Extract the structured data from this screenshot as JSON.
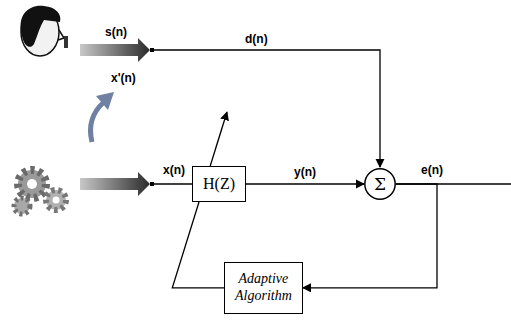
{
  "diagram": {
    "nodes": [
      {
        "text": [
          "H(Z)"
        ]
      },
      {
        "text": [
          "Σ"
        ]
      },
      {
        "text": [
          "Adaptive Algorithm"
        ]
      }
    ],
    "edges": [
      {
        "from": 0,
        "to": 1,
        "label": "y(n)",
        "arrow": "to"
      },
      {
        "from": 1,
        "to": 2,
        "arrow": "to"
      },
      {
        "from": 2,
        "to": 0,
        "arrow": "none"
      }
    ],
    "labels": [
      "s(n)",
      "d(n)",
      "x'(n)",
      "x(n)",
      "e(n)"
    ]
  }
}
